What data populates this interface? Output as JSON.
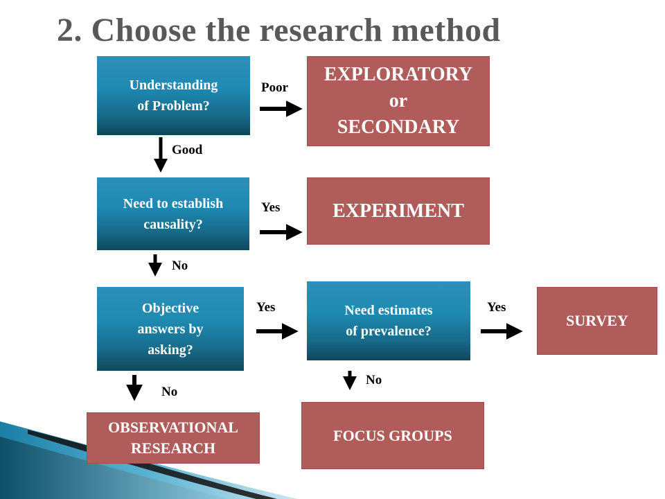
{
  "slide": {
    "title": "2. Choose the research method"
  },
  "nodes": {
    "understanding": {
      "line1": "Understanding",
      "line2": "of Problem?"
    },
    "causality": {
      "line1": "Need to establish",
      "line2": "causality?"
    },
    "objective": {
      "line1": "Objective",
      "line2": "answers by",
      "line3": "asking?"
    },
    "prevalence": {
      "line1": "Need estimates",
      "line2": "of prevalence?"
    },
    "exploratory": {
      "line1": "EXPLORATORY",
      "line2": "or",
      "line3": "SECONDARY"
    },
    "experiment": {
      "text": "EXPERIMENT"
    },
    "survey": {
      "text": "SURVEY"
    },
    "observational": {
      "line1": "OBSERVATIONAL",
      "line2": "RESEARCH"
    },
    "focus_groups": {
      "text": "FOCUS GROUPS"
    }
  },
  "edge_labels": {
    "poor": "Poor",
    "good": "Good",
    "yes_experiment": "Yes",
    "no_causality": "No",
    "yes_objective": "Yes",
    "yes_survey": "Yes",
    "no_observational": "No",
    "no_focus": "No"
  },
  "colors": {
    "title": "#595959",
    "question_box": "#1e8ab2",
    "result_box": "#b05c5a",
    "arrow": "#000000"
  }
}
